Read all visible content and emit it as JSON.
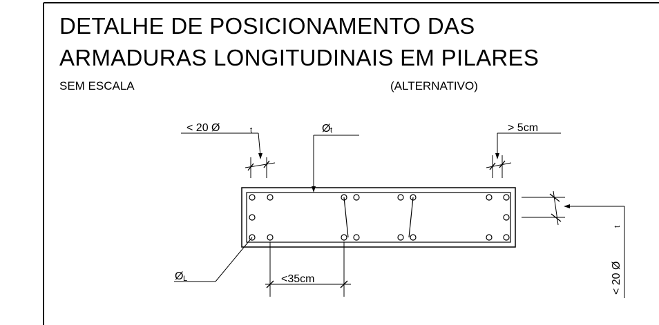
{
  "title": {
    "line1": "DETALHE DE POSICIONAMENTO DAS",
    "line2": "ARMADURAS LONGITUDINAIS EM PILARES"
  },
  "scale_note": "SEM ESCALA",
  "variant_note": "(ALTERNATIVO)",
  "labels": {
    "max_spacing_left": "< 20 Ø",
    "stirrup_sub_left": "t",
    "stirrup_diameter": "Ø",
    "stirrup_diameter_sub": "t",
    "min_cover": "> 5cm",
    "longitudinal_bar": "Ø",
    "longitudinal_bar_sub": "L",
    "bar_spacing": "<35cm",
    "max_spacing_right": "< 20 Ø",
    "stirrup_sub_right": "t"
  }
}
